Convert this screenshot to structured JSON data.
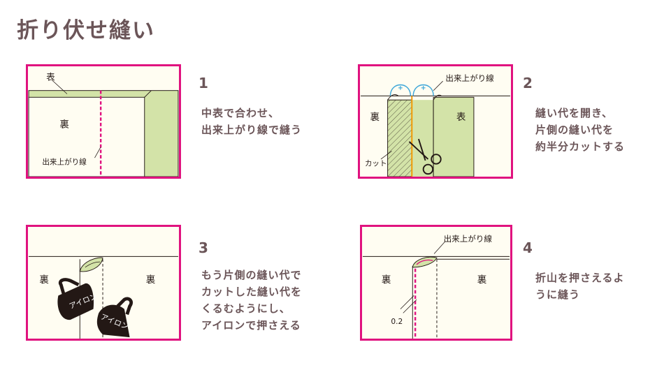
{
  "title": "折り伏せ縫い",
  "steps": [
    {
      "num": "1",
      "text": "中表で合わせ、\n出来上がり線で縫う",
      "labels": {
        "front": "表",
        "back": "裏",
        "finish_line": "出来上がり線"
      }
    },
    {
      "num": "2",
      "text": "縫い代を開き、\n片側の縫い代を\n約半分カットする",
      "labels": {
        "finish_line": "出来上がり線",
        "back": "裏",
        "front": "表",
        "cut": "カット"
      }
    },
    {
      "num": "3",
      "text": "もう片側の縫い代で\nカットした縫い代を\nくるむようにし、\nアイロンで押さえる",
      "labels": {
        "back_left": "裏",
        "back_right": "裏",
        "iron1": "アイロン",
        "iron2": "アイロン"
      }
    },
    {
      "num": "4",
      "text": "折山を押さえるよ\nうに縫う",
      "labels": {
        "finish_line": "出来上がり線",
        "back_left": "裏",
        "back_right": "裏",
        "measure": "0.2"
      }
    }
  ],
  "colors": {
    "frame": "#e0127f",
    "fabric_front": "#d3e3a8",
    "fabric_back": "#fffdf2",
    "stitch": "#e0127f",
    "text": "#6b5558",
    "blue_line": "#3fa7d9",
    "orange_line": "#f39800"
  }
}
